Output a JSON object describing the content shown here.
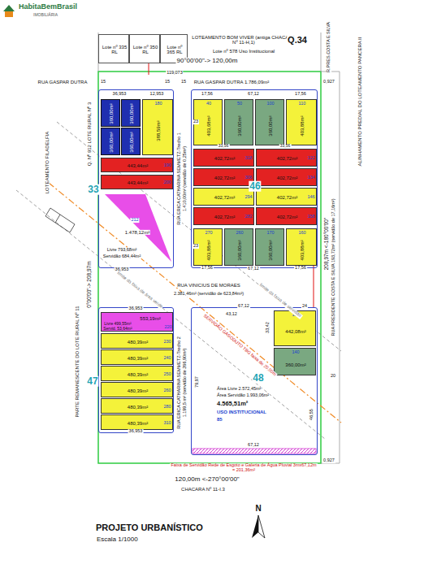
{
  "diagram": {
    "title": "PROJETO URBANÍSTICO",
    "nodes": [
      {
        "text": [
          "Lote nº 335 RL"
        ]
      },
      {
        "text": [
          "Lote nº 350 RL"
        ]
      },
      {
        "text": [
          "Lote nº 365 RL"
        ]
      },
      {
        "text": [
          "RUA GASPAR DUTRA",
          "RUA GASPAR DUTRA 1.786,09m²"
        ]
      },
      {
        "text": [
          "33"
        ]
      },
      {
        "text": [
          "360,00m²"
        ],
        "in": 4
      },
      {
        "text": [
          "360,00m²"
        ],
        "in": 4
      },
      {
        "text": [
          "360,00m²"
        ],
        "in": 4
      },
      {
        "text": [
          "360,00m²"
        ],
        "in": 4
      },
      {
        "text": [
          "388,59m²",
          "180"
        ],
        "in": 4
      },
      {
        "text": [
          "443,44m²",
          "190"
        ],
        "in": 4
      },
      {
        "text": [
          "443,44m²",
          "200"
        ],
        "in": 4
      },
      {
        "text": [
          "1.478,12m²",
          "Livre 793,68m²",
          "Servidão 684,44m²",
          "212"
        ],
        "in": 4
      },
      {
        "text": [
          "RUA ERICA CATHARINA SEMMETZ-Trecho 1",
          "1.410,00m² (servidão de 0,25m²)"
        ]
      },
      {
        "text": [
          "46"
        ]
      },
      {
        "text": [
          "403,68m²",
          "40"
        ],
        "in": 14
      },
      {
        "text": [
          "360,00m²",
          "50"
        ],
        "in": 14
      },
      {
        "text": [
          "360,00m²",
          "100"
        ],
        "in": 14
      },
      {
        "text": [
          "403,88m²",
          "110"
        ],
        "in": 14
      },
      {
        "text": [
          "402,72m²",
          "318"
        ],
        "in": 14
      },
      {
        "text": [
          "402,72m²",
          "122"
        ],
        "in": 14
      },
      {
        "text": [
          "402,72m²",
          "306"
        ],
        "in": 14
      },
      {
        "text": [
          "402,72m²",
          "134"
        ],
        "in": 14
      },
      {
        "text": [
          "402,72m²",
          "294"
        ],
        "in": 14
      },
      {
        "text": [
          "402,72m²",
          "146"
        ],
        "in": 14
      },
      {
        "text": [
          "402,72m²",
          "282"
        ],
        "in": 14
      },
      {
        "text": [
          "402,72m²",
          "158"
        ],
        "in": 14
      },
      {
        "text": [
          "403,88m²",
          "270"
        ],
        "in": 14
      },
      {
        "text": [
          "360,00m²",
          "260"
        ],
        "in": 14
      },
      {
        "text": [
          "360,00m²",
          "170"
        ],
        "in": 14
      },
      {
        "text": [
          "403,88m²",
          "160"
        ],
        "in": 14
      },
      {
        "text": [
          "RUA VINICIUS DE MORAES",
          "2.381,46m² (servidão de 623,84m²)"
        ]
      },
      {
        "text": [
          "47"
        ]
      },
      {
        "text": [
          "553,19m²",
          "Livre 499,55m²",
          "Servid. 53,64m²",
          "220"
        ],
        "in": 32
      },
      {
        "text": [
          "480,39m²",
          "230"
        ],
        "in": 32
      },
      {
        "text": [
          "480,39m²",
          "240"
        ],
        "in": 32
      },
      {
        "text": [
          "480,39m²",
          "250"
        ],
        "in": 32
      },
      {
        "text": [
          "480,39m²",
          "260"
        ],
        "in": 32
      },
      {
        "text": [
          "480,39m²",
          "280"
        ],
        "in": 32
      },
      {
        "text": [
          "480,39m²",
          "310"
        ],
        "in": 32
      },
      {
        "text": [
          "RUA ERICA CATHARINA SEMMETZ-Trecho 2",
          "1.199,5 m² (servidão de 266,90m²)"
        ]
      },
      {
        "text": [
          "48",
          "Área Livre 2.572,45m²",
          "Área Servidão 1.993,06m²",
          "4.565,51m²",
          "USO INSTITUCIONAL",
          "85"
        ]
      },
      {
        "text": [
          "442,08m²",
          "130"
        ],
        "in": 41
      },
      {
        "text": [
          "360,00m²",
          "140"
        ],
        "in": 41
      },
      {
        "text": [
          "RUA PRESIDENTE COSTA E SILVA 193,72m² (servidão de 17,16m²)"
        ]
      }
    ],
    "labels": [
      "HabitaBemBrasil",
      "IMOBILIÁRIA",
      "LOTEAMENTO BOM VIVER (antiga CHACARA Nº 11-H,1)",
      "Lote nº 578 Uso Institucional",
      "Q.34",
      "R.PRES.COSTA E SILVA",
      "ALINHAMENTO PREDIAL DO LOTEAMENTO PANCERA II",
      "90°00'00\"-> 120,00m",
      "119,073",
      "0,927",
      "15",
      "15",
      "15",
      "36,953",
      "12,953",
      "17,56",
      "67,12",
      "17,56",
      "33,56",
      "33,56",
      "23",
      "23",
      "Q. Nº 912 LOTE RURAL Nº 3",
      "LOTEAMENTO FILADELFIA",
      "limite da faixa de servidão",
      "36,953",
      "17,56",
      "67,12",
      "17,56",
      "0°00'00\"-> 208,97m",
      "limite da faixa de área verde",
      "208,97m <-180°00'00\"",
      "36,953",
      "67,12",
      "24",
      "43,12",
      "33,42",
      "SERVIDÃO GASODUTO TBG faixa de 20,00m",
      "PARTE REMANESCENTE DO LOTE RURAL Nº 11",
      "20",
      "79,97",
      "46,55",
      "36,953",
      "67,12",
      "0,927",
      "Faixa de Servidão Rede de Esgoto e Galeria de Água Pluvial 3mx67,12m = 201,36m²",
      "120,00m <-270°00'00\"",
      "CHACARA Nº 11-I.3",
      "N",
      "Escala 1/1000"
    ]
  }
}
